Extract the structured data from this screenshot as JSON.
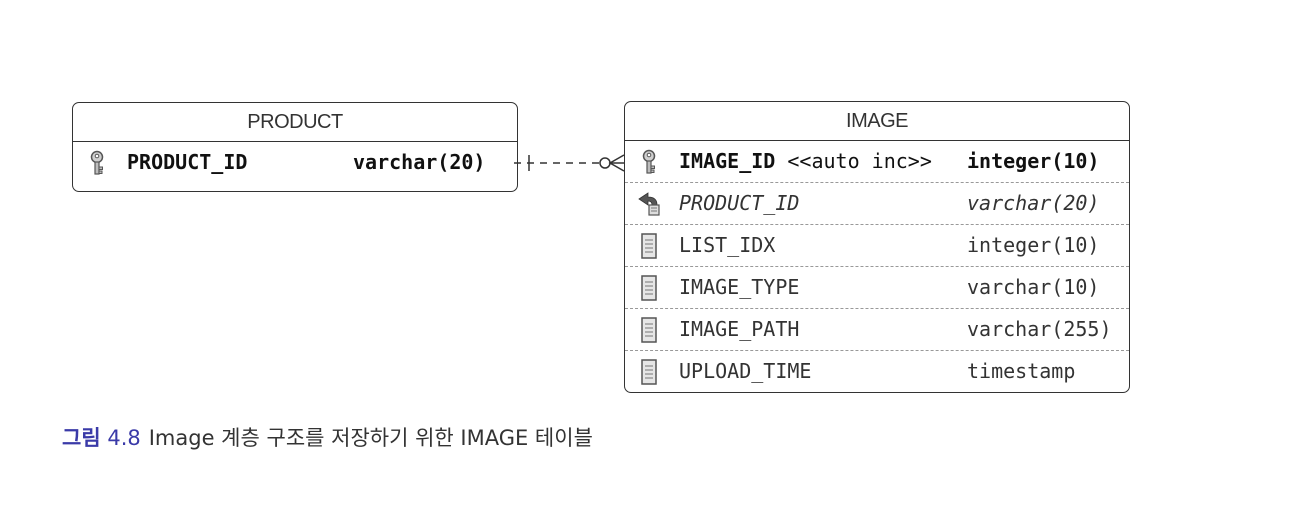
{
  "entities": {
    "product": {
      "title": "PRODUCT",
      "columns": [
        {
          "name": "PRODUCT_ID",
          "type": "varchar(20)",
          "role": "pk",
          "icon": "key-icon"
        }
      ]
    },
    "image": {
      "title": "IMAGE",
      "columns": [
        {
          "name": "IMAGE_ID",
          "modifier": "<<auto inc>>",
          "type": "integer(10)",
          "role": "pk",
          "icon": "key-icon"
        },
        {
          "name": "PRODUCT_ID",
          "type": "varchar(20)",
          "role": "fk",
          "icon": "foreign-key-icon"
        },
        {
          "name": "LIST_IDX",
          "type": "integer(10)",
          "role": "column",
          "icon": "column-icon"
        },
        {
          "name": "IMAGE_TYPE",
          "type": "varchar(10)",
          "role": "column",
          "icon": "column-icon"
        },
        {
          "name": "IMAGE_PATH",
          "type": "varchar(255)",
          "role": "column",
          "icon": "column-icon"
        },
        {
          "name": "UPLOAD_TIME",
          "type": "timestamp",
          "role": "column",
          "icon": "column-icon"
        }
      ]
    }
  },
  "relationship": {
    "from": "PRODUCT",
    "to": "IMAGE",
    "from_cardinality": "one",
    "to_cardinality": "zero-or-many",
    "line_style": "dashed"
  },
  "caption": {
    "label": "그림",
    "number": "4.8",
    "text": "Image 계층 구조를 저장하기 위한 IMAGE 테이블"
  },
  "colors": {
    "caption_accent": "#3a3aa8",
    "border": "#333333"
  }
}
